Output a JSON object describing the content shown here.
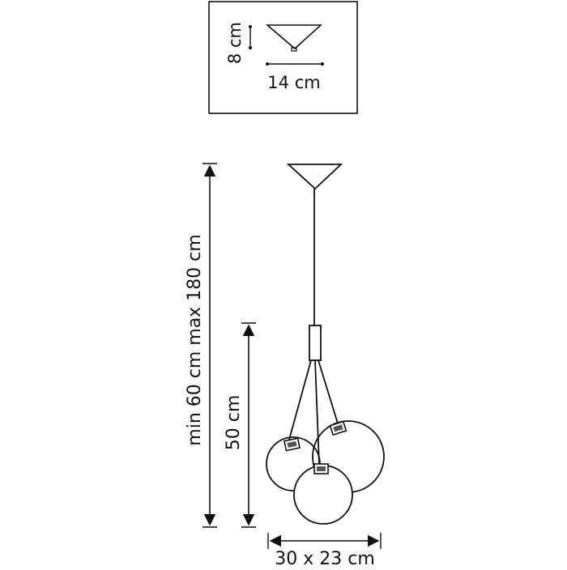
{
  "canopy_detail": {
    "height_label": "8 cm",
    "width_label": "14 cm"
  },
  "dimensions": {
    "total_height_label": "min 60 cm max 180 cm",
    "cluster_height_label": "50 cm",
    "footprint_label": "30 x 23 cm"
  },
  "colors": {
    "line": "#111111",
    "background": "#ffffff"
  }
}
